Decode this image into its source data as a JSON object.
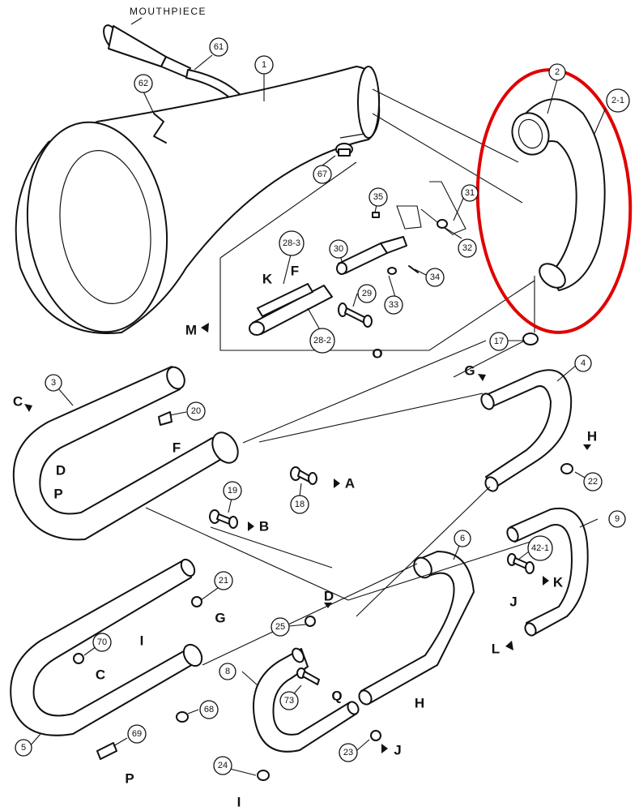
{
  "title": "MOUTHPIECE",
  "highlight_color": "#e00000",
  "callouts": {
    "c1": "1",
    "c2": "2",
    "c2_1": "2-1",
    "c3": "3",
    "c4": "4",
    "c5": "5",
    "c6": "6",
    "c8": "8",
    "c9": "9",
    "c17": "17",
    "c18": "18",
    "c19": "19",
    "c20": "20",
    "c21": "21",
    "c22": "22",
    "c23": "23",
    "c24": "24",
    "c25": "25",
    "c28_2": "28-2",
    "c28_3": "28-3",
    "c29": "29",
    "c30": "30",
    "c31": "31",
    "c32": "32",
    "c33": "33",
    "c34": "34",
    "c35": "35",
    "c42_1": "42-1",
    "c61": "61",
    "c62": "62",
    "c67": "67",
    "c68": "68",
    "c69": "69",
    "c70": "70",
    "c73": "73"
  },
  "letters": {
    "A": "A",
    "B": "B",
    "C": "C",
    "D": "D",
    "F": "F",
    "G": "G",
    "H": "H",
    "I": "I",
    "J": "J",
    "K": "K",
    "L": "L",
    "M": "M",
    "O": "O",
    "P": "P",
    "Q": "Q"
  }
}
